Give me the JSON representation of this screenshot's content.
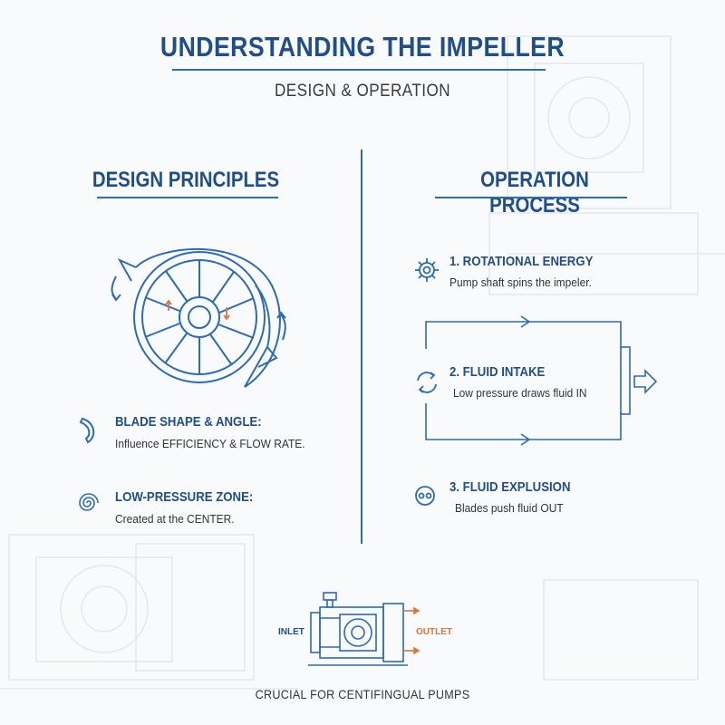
{
  "header": {
    "title": "UNDERSTANDING THE IMPELLER",
    "subtitle": "DESIGN & OPERATION"
  },
  "design": {
    "heading": "DESIGN PRINCIPLES",
    "items": [
      {
        "title": "BLADE SHAPE & ANGLE:",
        "text": "Influence EFFICIENCY & FLOW RATE.",
        "icon": "blade-curve-icon"
      },
      {
        "title": "LOW-PRESSURE ZONE:",
        "text": "Created at the CENTER.",
        "icon": "spiral-icon"
      }
    ]
  },
  "operation": {
    "heading": "OPERATION PROCESS",
    "steps": [
      {
        "title": "1. ROTATIONAL ENERGY",
        "text": "Pump shaft spins the impeler.",
        "icon": "gear-icon"
      },
      {
        "title": "2. FLUID INTAKE",
        "text": "Low pressure draws fluid IN",
        "icon": "circular-arrows-icon"
      },
      {
        "title": "3. FLUID EXPLUSION",
        "text": "Blades push fluid OUT",
        "icon": "pump-face-icon"
      }
    ]
  },
  "pump": {
    "inlet_label": "INLET",
    "outlet_label": "OUTLET"
  },
  "footer": {
    "text": "CRUCIAL FOR CENTIFINGUAL PUMPS"
  },
  "colors": {
    "primary": "#1f4e8c",
    "line": "#2c6bb5",
    "accent": "#e0743a",
    "background": "#f9fafb"
  }
}
